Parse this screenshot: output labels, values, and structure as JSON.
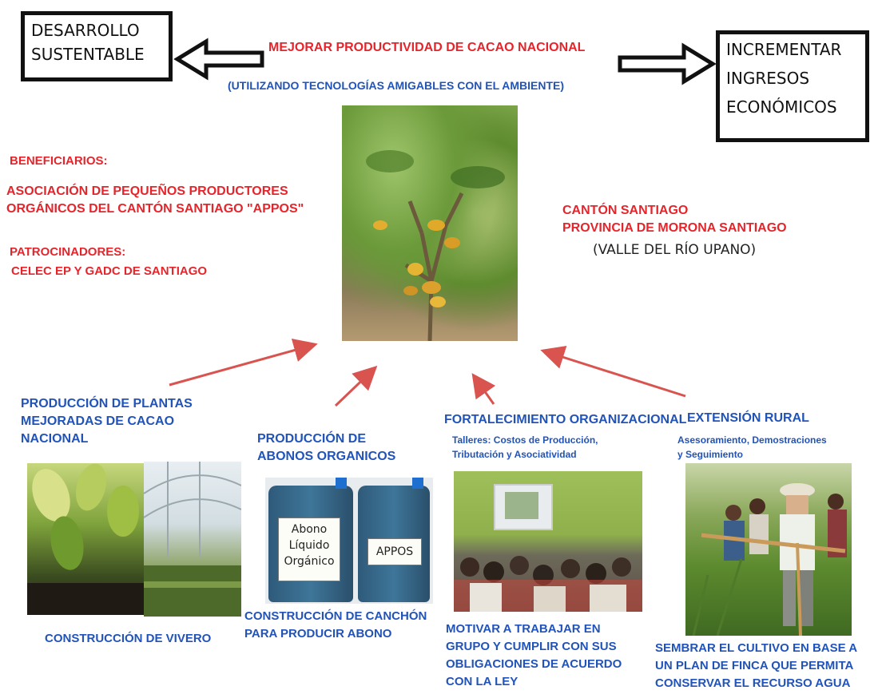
{
  "top": {
    "left_box": [
      "DESARROLLO",
      "SUSTENTABLE"
    ],
    "right_box": [
      "INCREMENTAR",
      "INGRESOS",
      "ECONÓMICOS"
    ],
    "headline": "MEJORAR PRODUCTIVIDAD DE CACAO NACIONAL",
    "subheadline": "(UTILIZANDO TECNOLOGÍAS AMIGABLES CON EL AMBIENTE)"
  },
  "left_info": {
    "beneficiarios_title": "BENEFICIARIOS:",
    "beneficiarios": [
      "ASOCIACIÓN DE PEQUEÑOS PRODUCTORES",
      "ORGÁNICOS DEL CANTÓN SANTIAGO \"APPOS\""
    ],
    "patrocinadores_title": "PATROCINADORES:",
    "patrocinadores": "CELEC EP Y GADC DE SANTIAGO"
  },
  "right_info": {
    "canton": "CANTÓN SANTIAGO",
    "provincia": "PROVINCIA DE MORONA SANTIAGO",
    "valle": "(VALLE DEL RÍO UPANO)"
  },
  "bottom": {
    "col1": {
      "title": [
        "PRODUCCIÓN DE PLANTAS",
        "MEJORADAS DE CACAO",
        "NACIONAL"
      ],
      "caption": "CONSTRUCCIÓN DE VIVERO"
    },
    "col2": {
      "title": [
        "PRODUCCIÓN DE",
        "ABONOS ORGANICOS"
      ],
      "jug_label_1": [
        "Abono",
        "Líquido",
        "Orgánico"
      ],
      "jug_label_2": "APPOS",
      "caption": [
        "CONSTRUCCIÓN DE CANCHÓN",
        "PARA PRODUCIR ABONO"
      ]
    },
    "col3": {
      "title": "FORTALECIMIENTO ORGANIZACIONAL",
      "subtitle": [
        "Talleres: Costos de Producción,",
        "Tributación y Asociatividad"
      ],
      "caption": [
        "MOTIVAR A TRABAJAR EN",
        "GRUPO Y CUMPLIR CON SUS",
        "OBLIGACIONES DE ACUERDO",
        "CON LA LEY"
      ]
    },
    "col4": {
      "title": "EXTENSIÓN RURAL",
      "subtitle": [
        "Asesoramiento, Demostraciones",
        "y Seguimiento"
      ],
      "caption": [
        "SEMBRAR EL CULTIVO EN BASE A",
        "UN PLAN DE FINCA QUE PERMITA",
        "CONSERVAR EL RECURSO AGUA"
      ]
    }
  },
  "colors": {
    "red": "#e4262c",
    "blue": "#2153b8",
    "arrow": "#d9534f"
  }
}
